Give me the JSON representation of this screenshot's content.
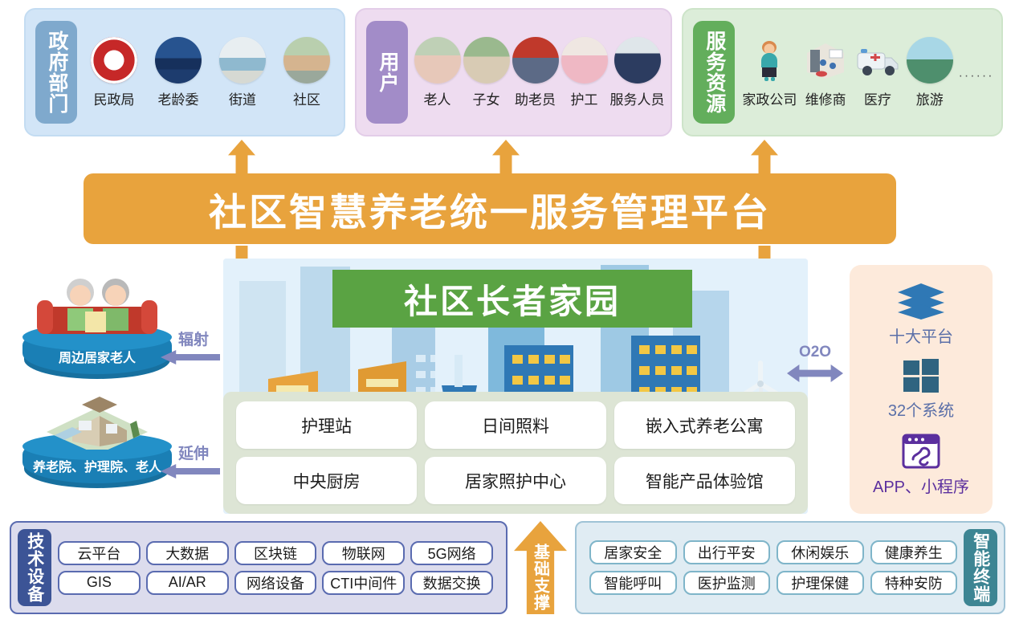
{
  "top_sections": [
    {
      "tab_label": "政府部门",
      "items": [
        {
          "label": "民政局",
          "icon": "civil-affairs-seal-icon"
        },
        {
          "label": "老龄委",
          "icon": "aging-committee-photo-icon"
        },
        {
          "label": "街道",
          "icon": "street-office-photo-icon"
        },
        {
          "label": "社区",
          "icon": "community-photo-icon"
        }
      ]
    },
    {
      "tab_label": "用户",
      "items": [
        {
          "label": "老人",
          "icon": "elderly-couple-photo-icon"
        },
        {
          "label": "子女",
          "icon": "family-children-photo-icon"
        },
        {
          "label": "助老员",
          "icon": "elder-helper-photo-icon"
        },
        {
          "label": "护工",
          "icon": "caregiver-photo-icon"
        },
        {
          "label": "服务人员",
          "icon": "service-staff-photo-icon"
        }
      ]
    },
    {
      "tab_label": "服务资源",
      "items": [
        {
          "label": "家政公司",
          "icon": "housekeeper-icon"
        },
        {
          "label": "维修商",
          "icon": "repair-shop-icon"
        },
        {
          "label": "医疗",
          "icon": "ambulance-icon"
        },
        {
          "label": "旅游",
          "icon": "tourism-landscape-icon"
        }
      ],
      "ellipsis": "······"
    }
  ],
  "platform": {
    "title": "社区智慧养老统一服务管理平台"
  },
  "center": {
    "green_title": "社区长者家园",
    "service_cards": [
      "护理站",
      "日间照料",
      "嵌入式养老公寓",
      "中央厨房",
      "居家照护中心",
      "智能产品体验馆"
    ]
  },
  "left_nodes": [
    {
      "label": "周边居家老人",
      "arrow_label": "辐射",
      "icon": "elderly-couple-sofa-icon"
    },
    {
      "label": "养老院、护理院、老人",
      "arrow_label": "延伸",
      "icon": "nursing-home-building-icon"
    }
  ],
  "right_panel": {
    "connector_label": "O2O",
    "items": [
      {
        "label": "十大平台",
        "icon": "layers-stack-icon"
      },
      {
        "label": "32个系统",
        "icon": "windows-grid-icon"
      },
      {
        "label": "APP、小程序",
        "icon": "mini-program-window-icon"
      }
    ]
  },
  "bottom": {
    "tech": {
      "tab_label": "技术设备",
      "items": [
        "云平台",
        "大数据",
        "区块链",
        "物联网",
        "5G网络",
        "GIS",
        "AI/AR",
        "网络设备",
        "CTI中间件",
        "数据交换"
      ]
    },
    "support_arrow_label": "基础支撑",
    "terminal": {
      "tab_label": "智能终端",
      "items": [
        "居家安全",
        "出行平安",
        "休闲娱乐",
        "健康养生",
        "智能呼叫",
        "医护监测",
        "护理保健",
        "特种安防"
      ]
    }
  },
  "colors": {
    "orange": "#e8a33d",
    "green": "#5aa343",
    "blue_cyl": "#1a7fb5",
    "purple_arrow": "#8187be",
    "tech_tab": "#3c5496",
    "terminal_tab": "#3d8593",
    "sky": "#e3f1fb",
    "tray": "#dde5d5"
  }
}
